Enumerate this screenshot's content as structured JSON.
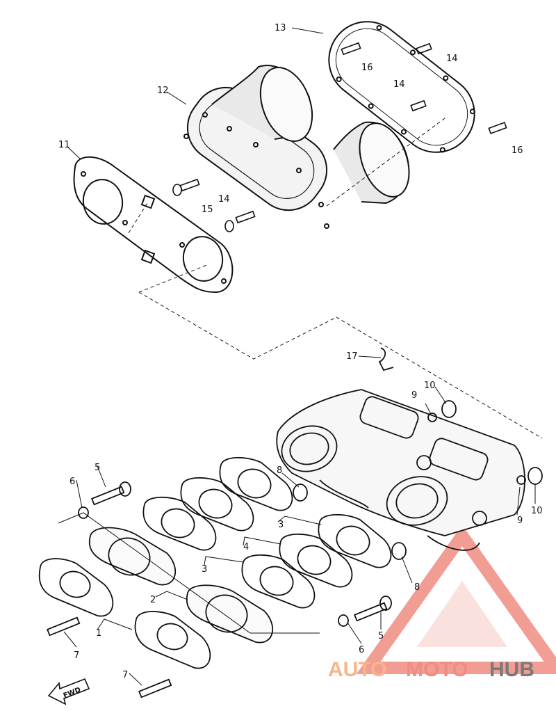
{
  "labels": {
    "p1": "1",
    "p2": "2",
    "p3a": "3",
    "p3b": "3",
    "p4": "4",
    "p5a": "5",
    "p5b": "5",
    "p6a": "6",
    "p6b": "6",
    "p7a": "7",
    "p7b": "7",
    "p8a": "8",
    "p8b": "8",
    "p9a": "9",
    "p9b": "9",
    "p10a": "10",
    "p10b": "10",
    "p11": "11",
    "p12": "12",
    "p13": "13",
    "p14a": "14",
    "p14b": "14",
    "p14c": "14",
    "p15": "15",
    "p16a": "16",
    "p16b": "16",
    "p17": "17"
  },
  "fwd_label": "FWD",
  "watermark": {
    "auto": "AUTO",
    "moto": "MOTO",
    "hub": "HUB"
  },
  "colors": {
    "line": "#111111",
    "watermark_red": "#f08c82",
    "watermark_orange": "#f6b58a",
    "watermark_gray": "#7a7a7a"
  }
}
